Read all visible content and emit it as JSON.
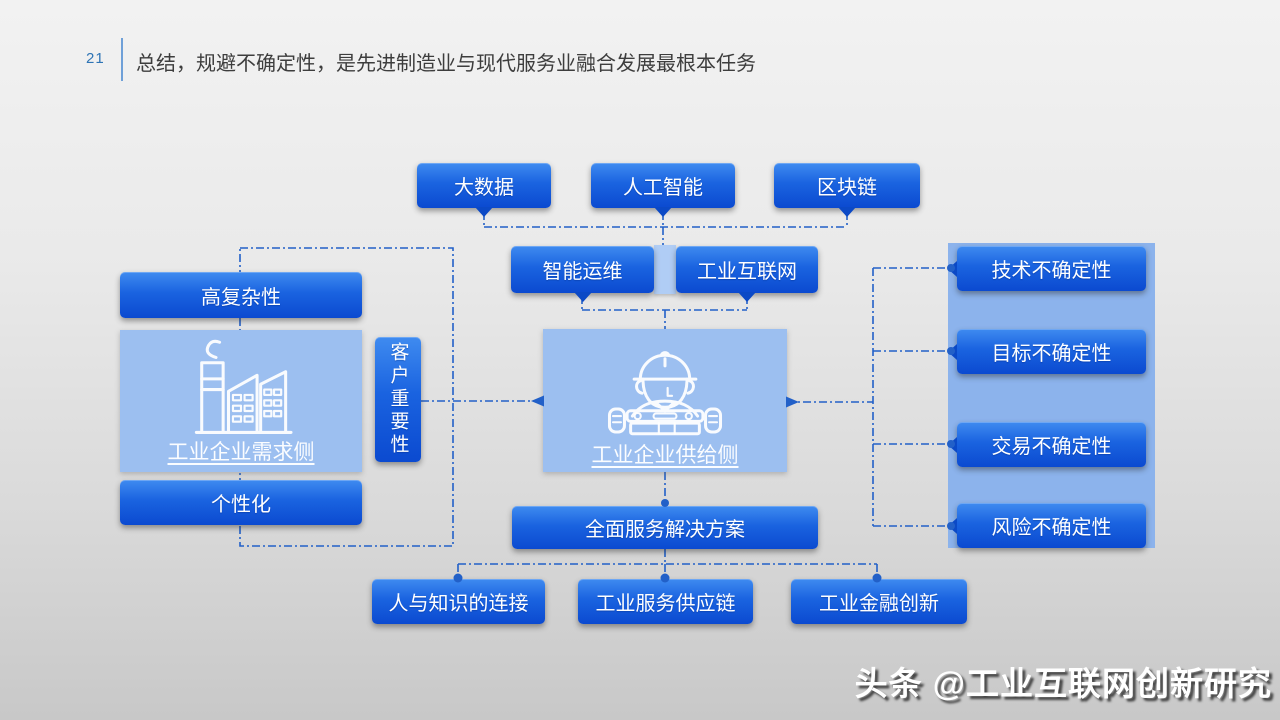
{
  "slide": {
    "page_number": "21",
    "title": "总结，规避不确定性，是先进制造业与现代服务业融合发展最根本任务"
  },
  "diagram": {
    "top_row": [
      {
        "label": "大数据"
      },
      {
        "label": "人工智能"
      },
      {
        "label": "区块链"
      }
    ],
    "tech_row": [
      {
        "label": "智能运维"
      },
      {
        "label": "工业互联网"
      }
    ],
    "left_cluster": {
      "high_complexity": "高复杂性",
      "demand_side": "工业企业需求侧",
      "personalization": "个性化",
      "customer_importance": "客户重要性",
      "demand_icon": "factory-icon"
    },
    "center": {
      "supply_side": "工业企业供给侧",
      "supply_icon": "worker-icon",
      "solution": "全面服务解决方案"
    },
    "right_cluster": [
      {
        "label": "技术不确定性"
      },
      {
        "label": "目标不确定性"
      },
      {
        "label": "交易不确定性"
      },
      {
        "label": "风险不确定性"
      }
    ],
    "bottom_row": [
      {
        "label": "人与知识的连接"
      },
      {
        "label": "工业服务供应链"
      },
      {
        "label": "工业金融创新"
      }
    ]
  },
  "watermark": "头条 @工业互联网创新研究",
  "colors": {
    "button_blue_top": "#3f8bf0",
    "button_blue_mid": "#1a63e0",
    "button_blue_bottom": "#0b4ad0",
    "button_tail_blue": "#0b49c6",
    "light_box_blue": "#9cbff0",
    "panel_blue": "#8cb3ec",
    "strip_blue": "#b0cdf5",
    "connector_blue": "#2260c8",
    "page_number_blue": "#2e74b5",
    "title_gray": "#3d3d3d"
  }
}
